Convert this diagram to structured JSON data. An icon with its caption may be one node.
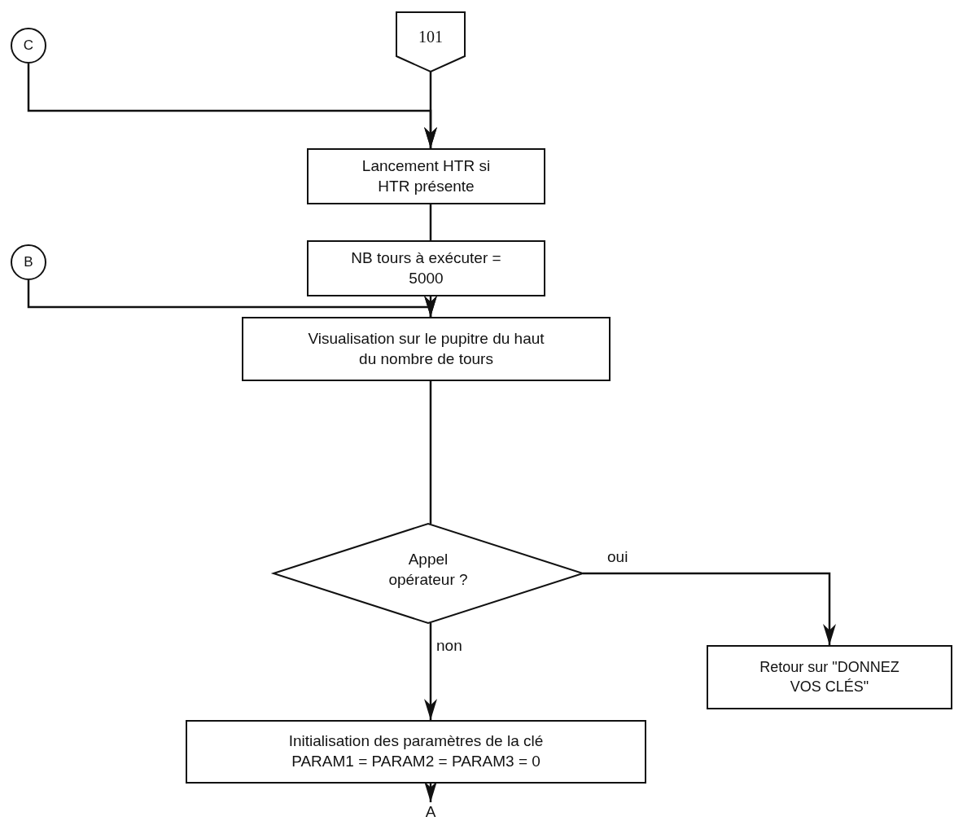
{
  "diagram": {
    "nodes": [
      {
        "text": [
          "101"
        ]
      },
      {
        "text": [
          "C"
        ]
      },
      {
        "text": [
          "Lancement HTR si HTR présente"
        ]
      },
      {
        "text": [
          "NB tours à exécuter = 5000"
        ]
      },
      {
        "text": [
          "B"
        ]
      },
      {
        "text": [
          "Visualisation sur le pupitre du haut du nombre de tours"
        ]
      },
      {
        "text": [
          "Appel opérateur ?"
        ]
      },
      {
        "text": [
          "Retour sur \"DONNEZ VOS CLÉS\""
        ]
      },
      {
        "text": [
          "Initialisation des paramètres de la clé PARAM1 = PARAM2 = PARAM3 = 0"
        ]
      },
      {
        "text": [
          "A"
        ]
      }
    ],
    "edges": [
      {
        "from": 0,
        "to": 2,
        "arrow": "to"
      },
      {
        "from": 1,
        "to": 2,
        "arrow": "to"
      },
      {
        "from": 2,
        "to": 3,
        "arrow": "none"
      },
      {
        "from": 3,
        "to": 5,
        "arrow": "to"
      },
      {
        "from": 4,
        "to": 5,
        "arrow": "to"
      },
      {
        "from": 5,
        "to": 6,
        "arrow": "none"
      },
      {
        "from": 6,
        "to": 7,
        "arrow": "to",
        "label": "oui"
      },
      {
        "from": 6,
        "to": 8,
        "arrow": "to",
        "label": "non"
      },
      {
        "from": 8,
        "to": 9,
        "arrow": "to"
      }
    ]
  }
}
